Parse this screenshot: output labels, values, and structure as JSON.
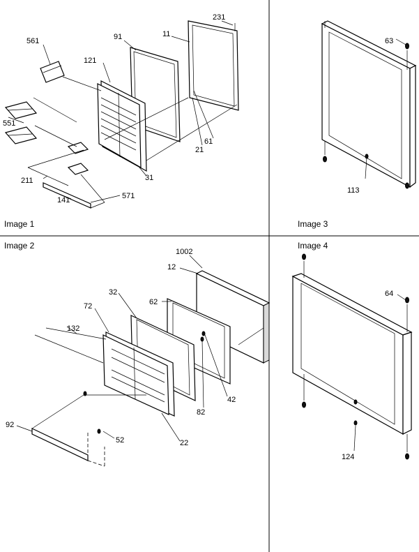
{
  "panels": [
    {
      "title": "Image 1",
      "callouts": [
        "561",
        "121",
        "91",
        "11",
        "231",
        "551",
        "211",
        "141",
        "571",
        "31",
        "21",
        "61"
      ]
    },
    {
      "title": "Image 2",
      "callouts": [
        "1002",
        "12",
        "32",
        "62",
        "72",
        "132",
        "92",
        "52",
        "22",
        "82",
        "42"
      ]
    },
    {
      "title": "Image 3",
      "callouts": [
        "63",
        "113"
      ]
    },
    {
      "title": "Image 4",
      "callouts": [
        "64",
        "124"
      ]
    }
  ]
}
